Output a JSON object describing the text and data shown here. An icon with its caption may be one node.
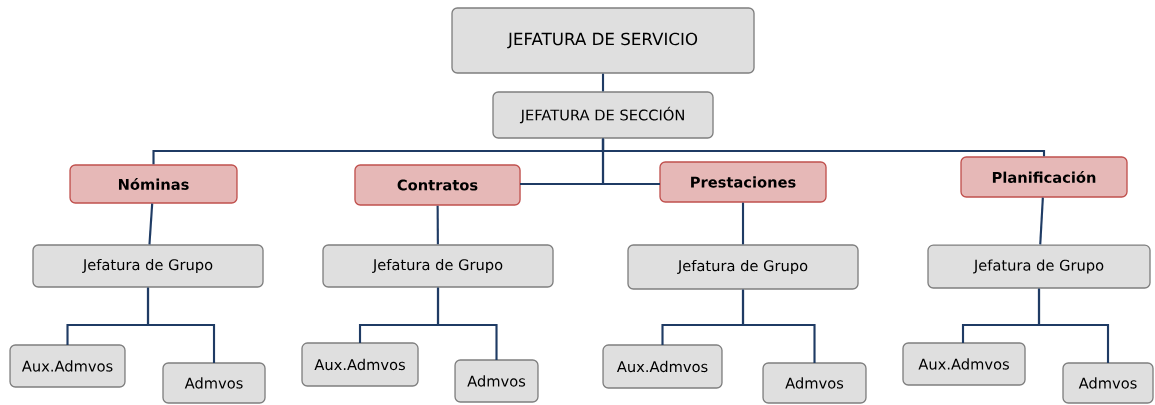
{
  "diagram": {
    "nodes": [
      {
        "text": [
          "JEFATURA DE SERVICIO"
        ]
      },
      {
        "text": [
          "JEFATURA DE SECCIÓN"
        ]
      },
      {
        "text": [
          "Nóminas"
        ]
      },
      {
        "text": [
          "Contratos"
        ]
      },
      {
        "text": [
          "Prestaciones"
        ]
      },
      {
        "text": [
          "Planificación"
        ]
      },
      {
        "text": [
          "Jefatura de Grupo"
        ]
      },
      {
        "text": [
          "Jefatura de Grupo"
        ]
      },
      {
        "text": [
          "Jefatura de Grupo"
        ]
      },
      {
        "text": [
          "Jefatura de Grupo"
        ]
      },
      {
        "text": [
          "Aux.Admvos"
        ]
      },
      {
        "text": [
          "Admvos"
        ]
      },
      {
        "text": [
          "Aux.Admvos"
        ]
      },
      {
        "text": [
          "Admvos"
        ]
      },
      {
        "text": [
          "Aux.Admvos"
        ]
      },
      {
        "text": [
          "Admvos"
        ]
      },
      {
        "text": [
          "Aux.Admvos"
        ]
      },
      {
        "text": [
          "Admvos"
        ]
      }
    ],
    "edges": [
      {
        "from": 0,
        "to": 1,
        "arrow": "none"
      },
      {
        "from": 1,
        "to": 2,
        "arrow": "none"
      },
      {
        "from": 1,
        "to": 3,
        "arrow": "none"
      },
      {
        "from": 1,
        "to": 4,
        "arrow": "none"
      },
      {
        "from": 1,
        "to": 5,
        "arrow": "none"
      },
      {
        "from": 2,
        "to": 6,
        "arrow": "none"
      },
      {
        "from": 3,
        "to": 7,
        "arrow": "none"
      },
      {
        "from": 4,
        "to": 8,
        "arrow": "none"
      },
      {
        "from": 5,
        "to": 9,
        "arrow": "none"
      },
      {
        "from": 6,
        "to": 10,
        "arrow": "none"
      },
      {
        "from": 6,
        "to": 11,
        "arrow": "none"
      },
      {
        "from": 7,
        "to": 12,
        "arrow": "none"
      },
      {
        "from": 7,
        "to": 13,
        "arrow": "none"
      },
      {
        "from": 8,
        "to": 14,
        "arrow": "none"
      },
      {
        "from": 8,
        "to": 15,
        "arrow": "none"
      },
      {
        "from": 9,
        "to": 16,
        "arrow": "none"
      },
      {
        "from": 9,
        "to": 17,
        "arrow": "none"
      }
    ]
  }
}
